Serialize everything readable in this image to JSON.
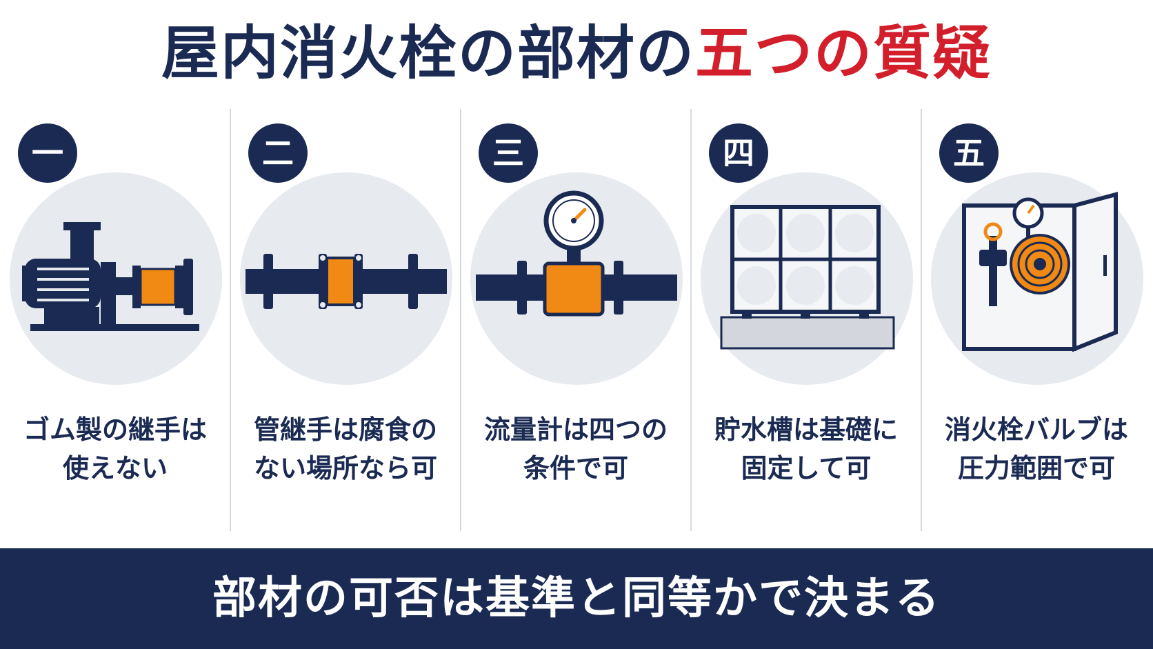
{
  "title": {
    "main": "屋内消火栓の部材の",
    "accent": "五つの質疑"
  },
  "panels": [
    {
      "number": "一",
      "line1": "ゴム製の継手は",
      "line2": "使えない",
      "icon": "pump-flexible-joint-icon"
    },
    {
      "number": "二",
      "line1": "管継手は腐食の",
      "line2": "ない場所なら可",
      "icon": "pipe-coupling-icon"
    },
    {
      "number": "三",
      "line1": "流量計は四つの",
      "line2": "条件で可",
      "icon": "flow-meter-gauge-icon"
    },
    {
      "number": "四",
      "line1": "貯水槽は基礎に",
      "line2": "固定して可",
      "icon": "water-tank-icon"
    },
    {
      "number": "五",
      "line1": "消火栓バルブは",
      "line2": "圧力範囲で可",
      "icon": "hydrant-cabinet-icon"
    }
  ],
  "footer": {
    "text": "部材の可否は基準と同等かで決まる"
  },
  "colors": {
    "navy": "#1a2a52",
    "accent_red": "#d21f2b",
    "orange": "#f08a14",
    "circle_bg": "#e7eaef"
  }
}
